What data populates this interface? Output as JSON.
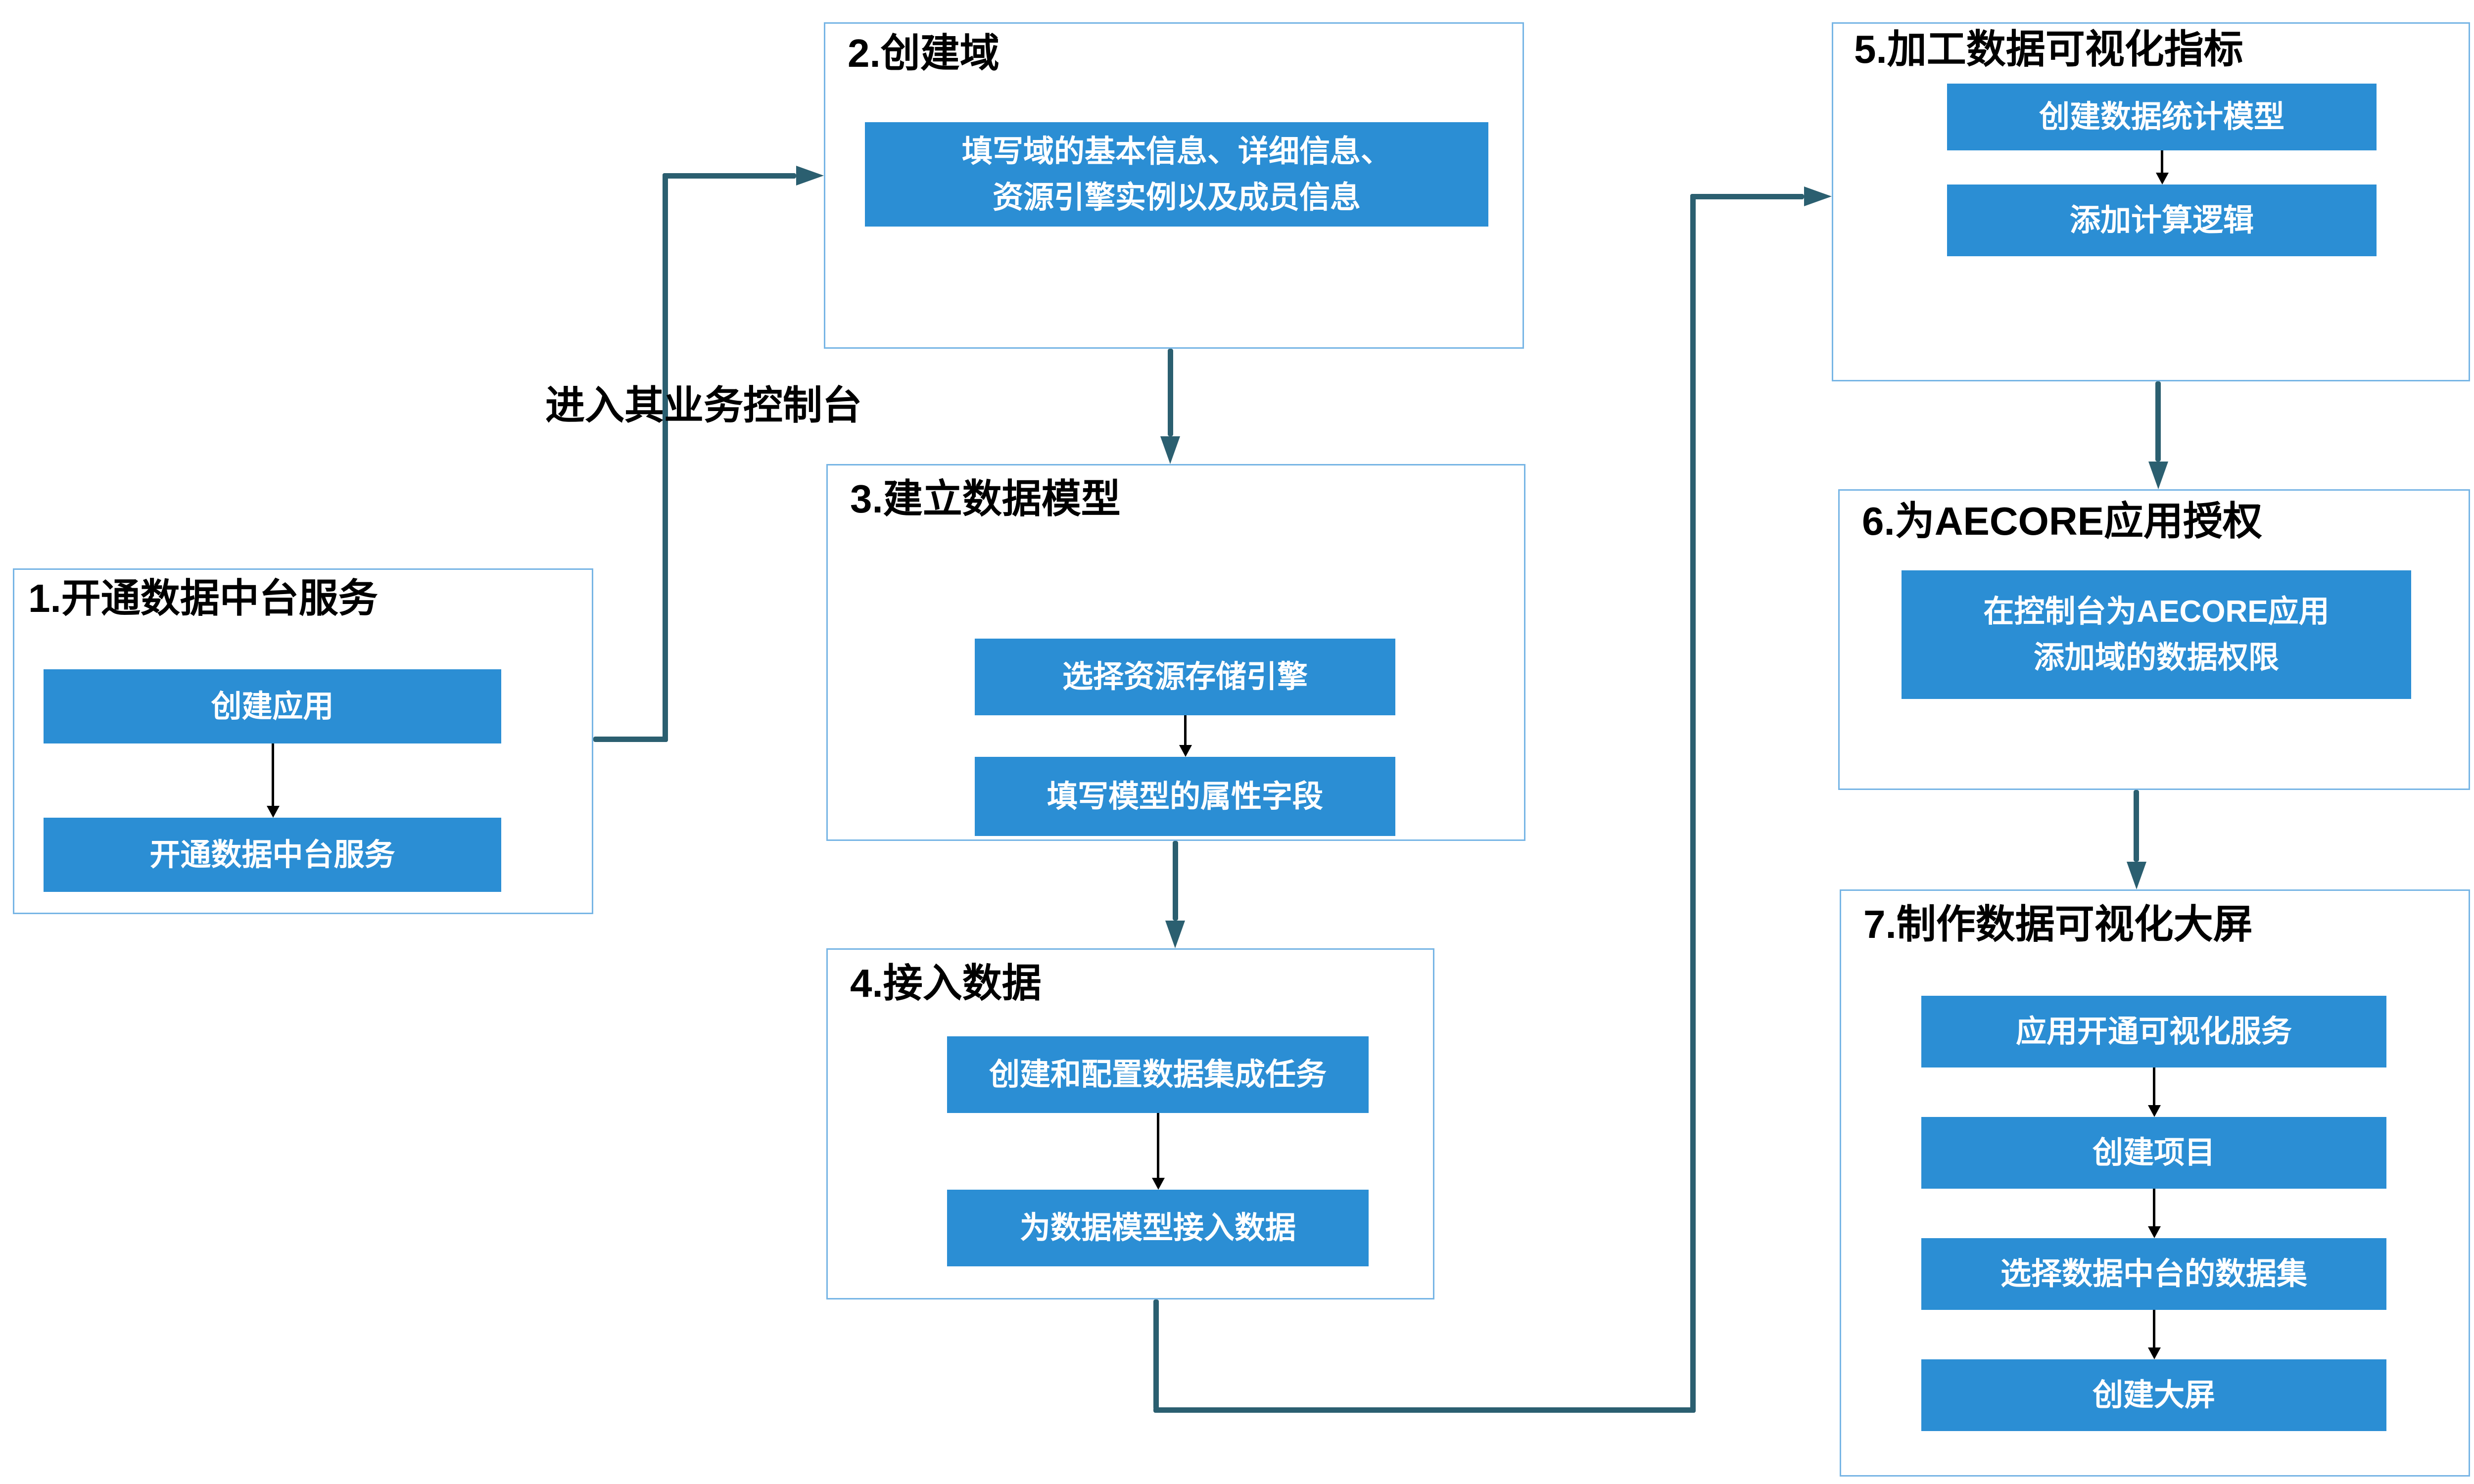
{
  "diagram": {
    "connector_label": "进入其业务控制台",
    "colors": {
      "box_fill": "#2B8ED4",
      "container_border": "#77B5E5",
      "connector": "#2B5F70",
      "inner_arrow": "#000000",
      "step_text": "#FFFFFF",
      "title_text": "#000000"
    },
    "groups": [
      {
        "title": "1.开通数据中台服务",
        "steps": [
          "创建应用",
          "开通数据中台服务"
        ]
      },
      {
        "title": "2.创建域",
        "steps": [
          "填写域的基本信息、详细信息、\n资源引擎实例以及成员信息"
        ]
      },
      {
        "title": "3.建立数据模型",
        "steps": [
          "选择资源存储引擎",
          "填写模型的属性字段"
        ]
      },
      {
        "title": "4.接入数据",
        "steps": [
          "创建和配置数据集成任务",
          "为数据模型接入数据"
        ]
      },
      {
        "title": "5.加工数据可视化指标",
        "steps": [
          "创建数据统计模型",
          "添加计算逻辑"
        ]
      },
      {
        "title": "6.为AECORE应用授权",
        "steps": [
          "在控制台为AECORE应用\n添加域的数据权限"
        ]
      },
      {
        "title": "7.制作数据可视化大屏",
        "steps": [
          "应用开通可视化服务",
          "创建项目",
          "选择数据中台的数据集",
          "创建大屏"
        ]
      }
    ]
  }
}
